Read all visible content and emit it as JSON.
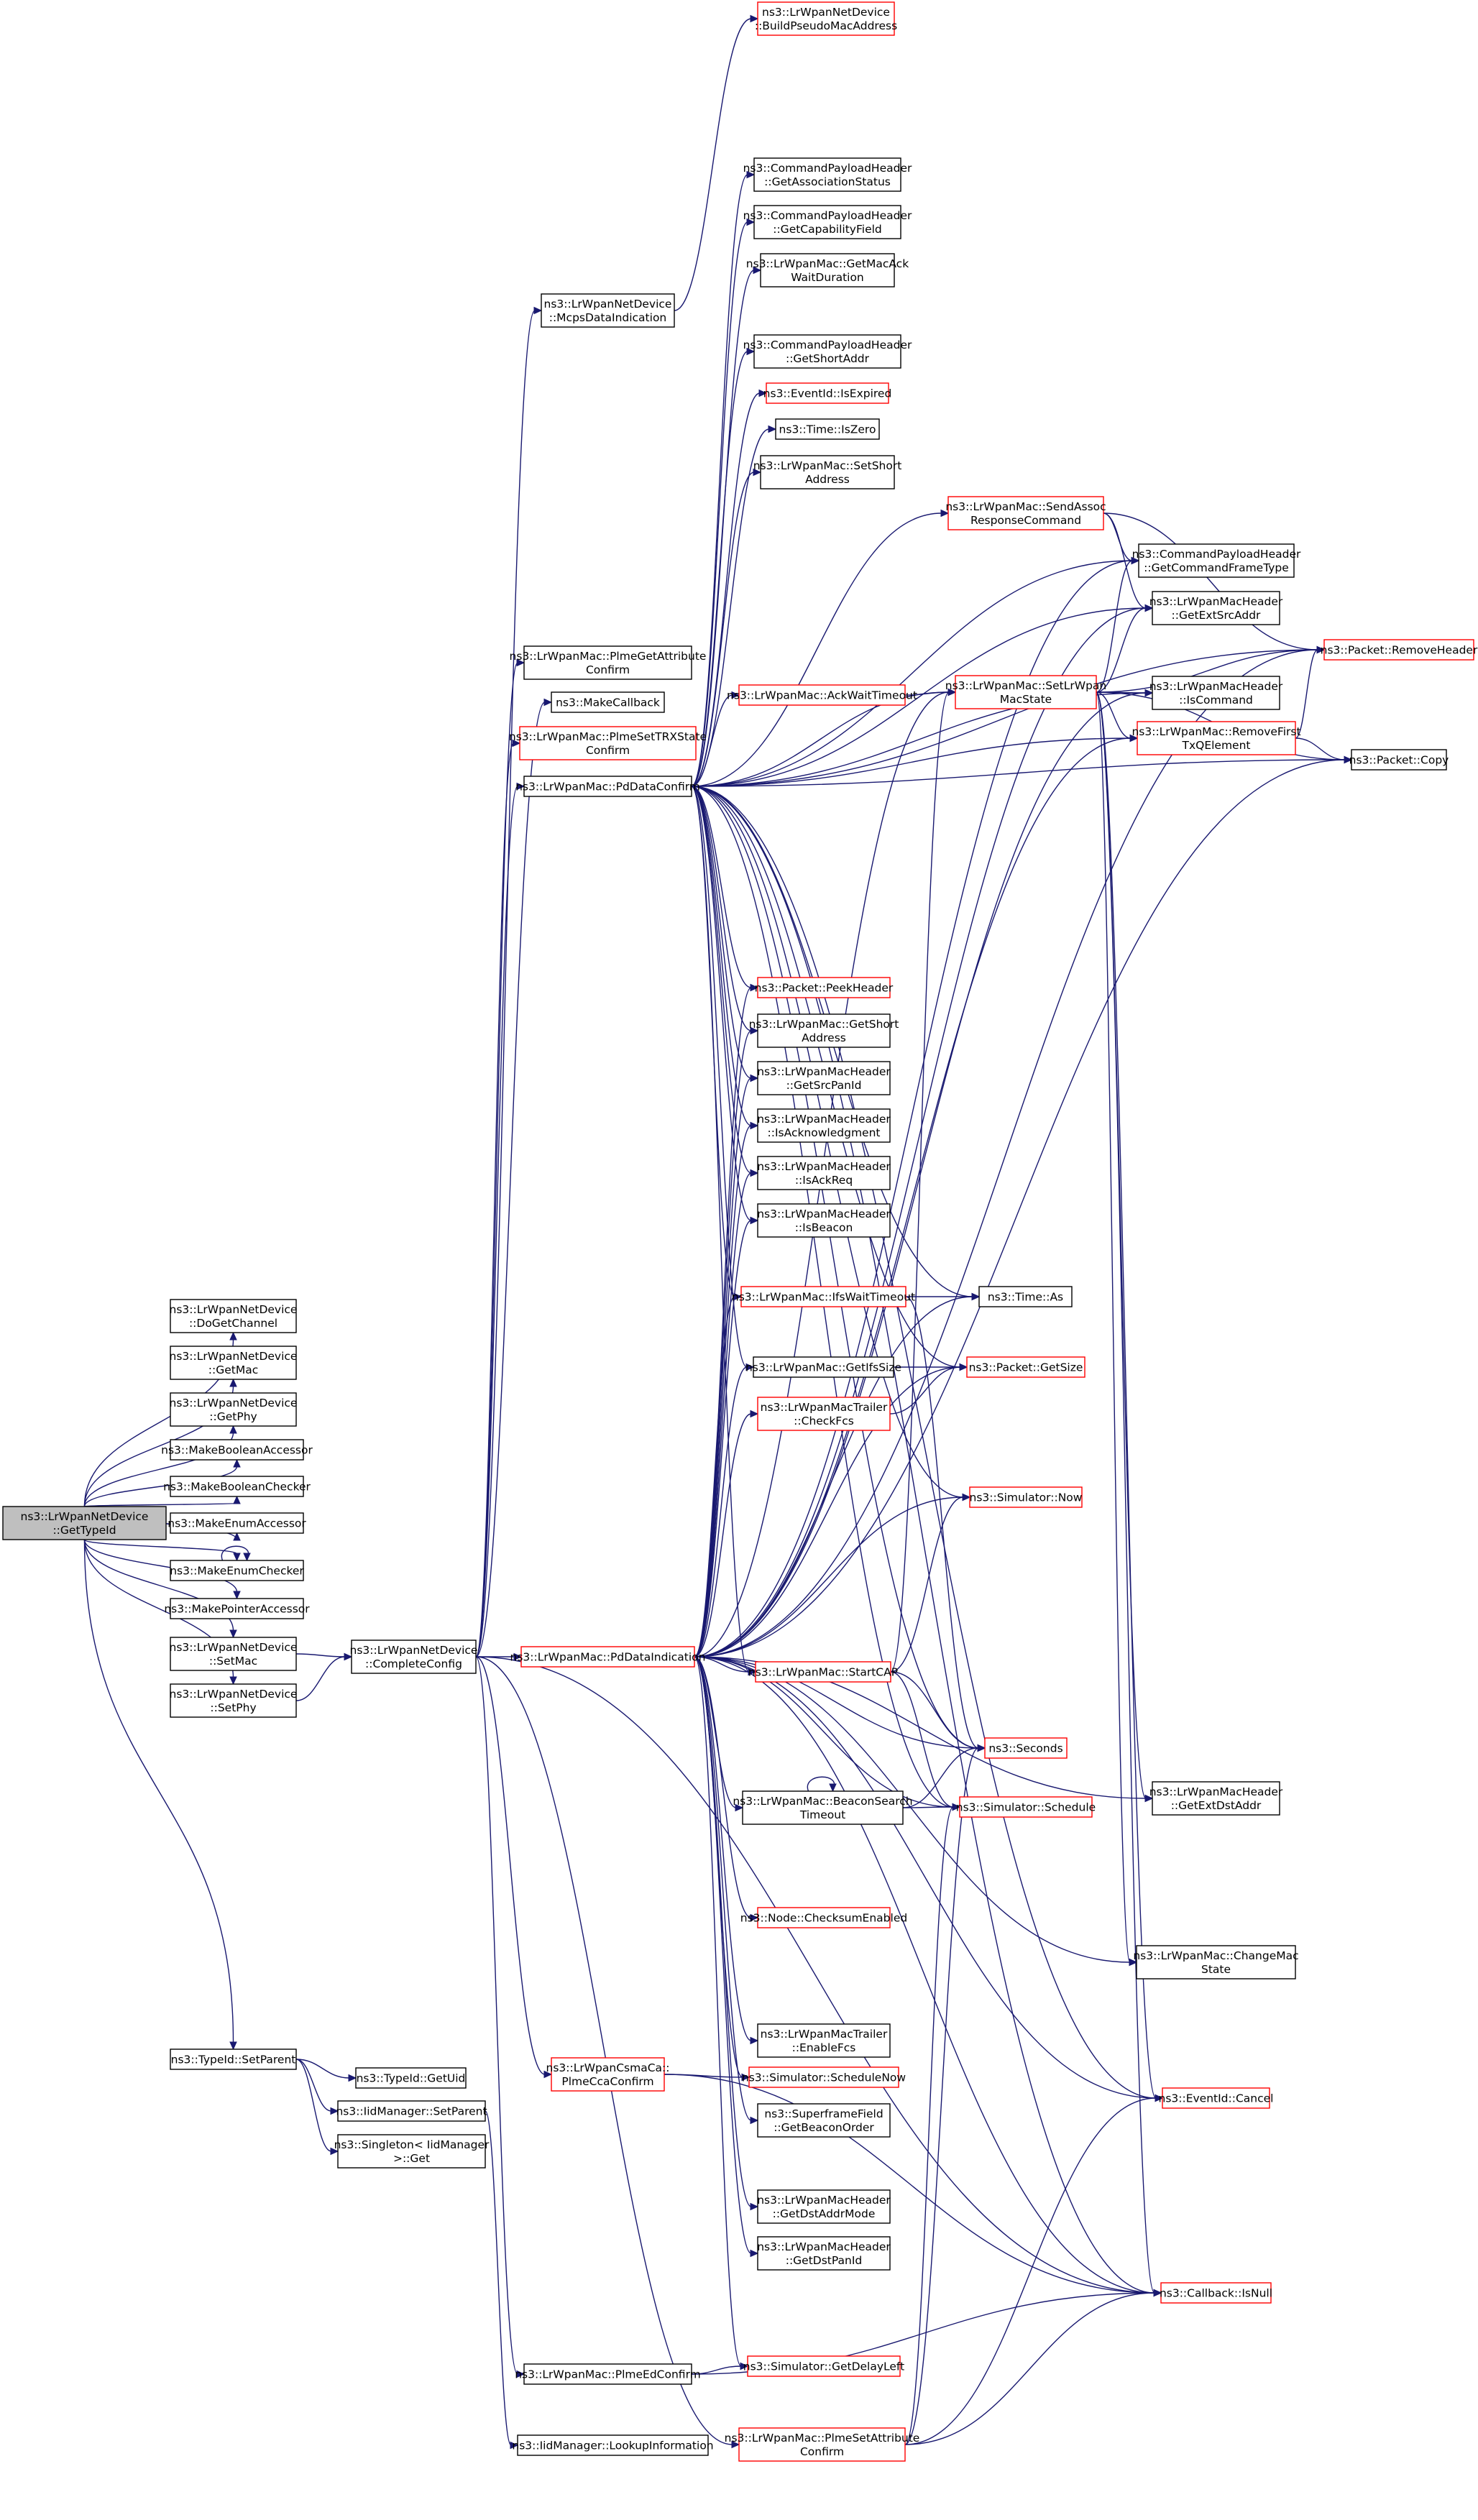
{
  "diagram": {
    "type": "call-graph",
    "colors": {
      "edge": "#191970",
      "node_border_complete": "#000000",
      "node_border_truncated": "#ff0000",
      "root_fill": "#bfbfbf",
      "node_fill": "#ffffff"
    },
    "nodes": [
      {
        "id": "root",
        "lines": [
          "ns3::LrWpanNetDevice",
          "::GetTypeId"
        ],
        "style": "root"
      },
      {
        "id": "dogetchannel",
        "lines": [
          "ns3::LrWpanNetDevice",
          "::DoGetChannel"
        ],
        "style": "black"
      },
      {
        "id": "getmac",
        "lines": [
          "ns3::LrWpanNetDevice",
          "::GetMac"
        ],
        "style": "black"
      },
      {
        "id": "getphy",
        "lines": [
          "ns3::LrWpanNetDevice",
          "::GetPhy"
        ],
        "style": "black"
      },
      {
        "id": "mkboolacc",
        "lines": [
          "ns3::MakeBooleanAccessor"
        ],
        "style": "black"
      },
      {
        "id": "mkboolchk",
        "lines": [
          "ns3::MakeBooleanChecker"
        ],
        "style": "black"
      },
      {
        "id": "mkenumacc",
        "lines": [
          "ns3::MakeEnumAccessor"
        ],
        "style": "black"
      },
      {
        "id": "mkenumchk",
        "lines": [
          "ns3::MakeEnumChecker"
        ],
        "style": "black"
      },
      {
        "id": "mkptracc",
        "lines": [
          "ns3::MakePointerAccessor"
        ],
        "style": "black"
      },
      {
        "id": "setmac",
        "lines": [
          "ns3::LrWpanNetDevice",
          "::SetMac"
        ],
        "style": "black"
      },
      {
        "id": "setphy",
        "lines": [
          "ns3::LrWpanNetDevice",
          "::SetPhy"
        ],
        "style": "black"
      },
      {
        "id": "tidsetparent",
        "lines": [
          "ns3::TypeId::SetParent"
        ],
        "style": "black"
      },
      {
        "id": "completeconfig",
        "lines": [
          "ns3::LrWpanNetDevice",
          "::CompleteConfig"
        ],
        "style": "black"
      },
      {
        "id": "getuid",
        "lines": [
          "ns3::TypeId::GetUid"
        ],
        "style": "black"
      },
      {
        "id": "iidsetparent",
        "lines": [
          "ns3::IidManager::SetParent"
        ],
        "style": "black"
      },
      {
        "id": "singleton",
        "lines": [
          "ns3::Singleton< IidManager",
          " >::Get"
        ],
        "style": "black"
      },
      {
        "id": "lookupinfo",
        "lines": [
          "ns3::IidManager::LookupInformation"
        ],
        "style": "black"
      },
      {
        "id": "mcpsdataind",
        "lines": [
          "ns3::LrWpanNetDevice",
          "::McpsDataIndication"
        ],
        "style": "black"
      },
      {
        "id": "buildpseudo",
        "lines": [
          "ns3::LrWpanNetDevice",
          "::BuildPseudoMacAddress"
        ],
        "style": "red"
      },
      {
        "id": "plmegetattr",
        "lines": [
          "ns3::LrWpanMac::PlmeGetAttribute",
          "Confirm"
        ],
        "style": "black"
      },
      {
        "id": "makecallback",
        "lines": [
          "ns3::MakeCallback"
        ],
        "style": "black"
      },
      {
        "id": "plmesettrx",
        "lines": [
          "ns3::LrWpanMac::PlmeSetTRXState",
          "Confirm"
        ],
        "style": "red"
      },
      {
        "id": "pddataconfirm",
        "lines": [
          "ns3::LrWpanMac::PdDataConfirm"
        ],
        "style": "black"
      },
      {
        "id": "pddataind",
        "lines": [
          "ns3::LrWpanMac::PdDataIndication"
        ],
        "style": "red"
      },
      {
        "id": "plmeccaconfirm",
        "lines": [
          "ns3::LrWpanCsmaCa::",
          "PlmeCcaConfirm"
        ],
        "style": "red"
      },
      {
        "id": "plmeedconfirm",
        "lines": [
          "ns3::LrWpanMac::PlmeEdConfirm"
        ],
        "style": "black"
      },
      {
        "id": "plmesetattr",
        "lines": [
          "ns3::LrWpanMac::PlmeSetAttribute",
          "Confirm"
        ],
        "style": "red"
      },
      {
        "id": "getassocstatus",
        "lines": [
          "ns3::CommandPayloadHeader",
          "::GetAssociationStatus"
        ],
        "style": "black"
      },
      {
        "id": "getcapfield",
        "lines": [
          "ns3::CommandPayloadHeader",
          "::GetCapabilityField"
        ],
        "style": "black"
      },
      {
        "id": "getmacackwait",
        "lines": [
          "ns3::LrWpanMac::GetMacAck",
          "WaitDuration"
        ],
        "style": "black"
      },
      {
        "id": "cphgetshortaddr",
        "lines": [
          "ns3::CommandPayloadHeader",
          "::GetShortAddr"
        ],
        "style": "black"
      },
      {
        "id": "isexpired",
        "lines": [
          "ns3::EventId::IsExpired"
        ],
        "style": "red"
      },
      {
        "id": "iszero",
        "lines": [
          "ns3::Time::IsZero"
        ],
        "style": "black"
      },
      {
        "id": "setshortaddr",
        "lines": [
          "ns3::LrWpanMac::SetShort",
          "Address"
        ],
        "style": "black"
      },
      {
        "id": "sendassoc",
        "lines": [
          "ns3::LrWpanMac::SendAssoc",
          "ResponseCommand"
        ],
        "style": "red"
      },
      {
        "id": "acktimeout",
        "lines": [
          "ns3::LrWpanMac::AckWaitTimeout"
        ],
        "style": "red"
      },
      {
        "id": "setlrwpanmacstate",
        "lines": [
          "ns3::LrWpanMac::SetLrWpan",
          "MacState"
        ],
        "style": "red"
      },
      {
        "id": "getcmdframetype",
        "lines": [
          "ns3::CommandPayloadHeader",
          "::GetCommandFrameType"
        ],
        "style": "black"
      },
      {
        "id": "getextsrcaddr",
        "lines": [
          "ns3::LrWpanMacHeader",
          "::GetExtSrcAddr"
        ],
        "style": "black"
      },
      {
        "id": "iscommand",
        "lines": [
          "ns3::LrWpanMacHeader",
          "::IsCommand"
        ],
        "style": "black"
      },
      {
        "id": "removefirst",
        "lines": [
          "ns3::LrWpanMac::RemoveFirst",
          "TxQElement"
        ],
        "style": "red"
      },
      {
        "id": "removeheader",
        "lines": [
          "ns3::Packet::RemoveHeader"
        ],
        "style": "red"
      },
      {
        "id": "packetcopy",
        "lines": [
          "ns3::Packet::Copy"
        ],
        "style": "black"
      },
      {
        "id": "peekheader",
        "lines": [
          "ns3::Packet::PeekHeader"
        ],
        "style": "red"
      },
      {
        "id": "macgetshort",
        "lines": [
          "ns3::LrWpanMac::GetShort",
          "Address"
        ],
        "style": "black"
      },
      {
        "id": "getsrcpanid",
        "lines": [
          "ns3::LrWpanMacHeader",
          "::GetSrcPanId"
        ],
        "style": "black"
      },
      {
        "id": "isack",
        "lines": [
          "ns3::LrWpanMacHeader",
          "::IsAcknowledgment"
        ],
        "style": "black"
      },
      {
        "id": "isackreq",
        "lines": [
          "ns3::LrWpanMacHeader",
          "::IsAckReq"
        ],
        "style": "black"
      },
      {
        "id": "isbeacon",
        "lines": [
          "ns3::LrWpanMacHeader",
          "::IsBeacon"
        ],
        "style": "black"
      },
      {
        "id": "ifswait",
        "lines": [
          "ns3::LrWpanMac::IfsWaitTimeout"
        ],
        "style": "red"
      },
      {
        "id": "timeas",
        "lines": [
          "ns3::Time::As"
        ],
        "style": "black"
      },
      {
        "id": "getifssize",
        "lines": [
          "ns3::LrWpanMac::GetIfsSize"
        ],
        "style": "black"
      },
      {
        "id": "packetgetsize",
        "lines": [
          "ns3::Packet::GetSize"
        ],
        "style": "red"
      },
      {
        "id": "checkfcs",
        "lines": [
          "ns3::LrWpanMacTrailer",
          "::CheckFcs"
        ],
        "style": "red"
      },
      {
        "id": "simnow",
        "lines": [
          "ns3::Simulator::Now"
        ],
        "style": "red"
      },
      {
        "id": "startcap",
        "lines": [
          "ns3::LrWpanMac::StartCAP"
        ],
        "style": "red"
      },
      {
        "id": "seconds",
        "lines": [
          "ns3::Seconds"
        ],
        "style": "red"
      },
      {
        "id": "beaconsearch",
        "lines": [
          "ns3::LrWpanMac::BeaconSearch",
          "Timeout"
        ],
        "style": "black"
      },
      {
        "id": "simschedule",
        "lines": [
          "ns3::Simulator::Schedule"
        ],
        "style": "red"
      },
      {
        "id": "getextdstaddr",
        "lines": [
          "ns3::LrWpanMacHeader",
          "::GetExtDstAddr"
        ],
        "style": "black"
      },
      {
        "id": "checksum",
        "lines": [
          "ns3::Node::ChecksumEnabled"
        ],
        "style": "red"
      },
      {
        "id": "changemacstate",
        "lines": [
          "ns3::LrWpanMac::ChangeMac",
          "State"
        ],
        "style": "black"
      },
      {
        "id": "enablefcs",
        "lines": [
          "ns3::LrWpanMacTrailer",
          "::EnableFcs"
        ],
        "style": "black"
      },
      {
        "id": "schedulenow",
        "lines": [
          "ns3::Simulator::ScheduleNow"
        ],
        "style": "red"
      },
      {
        "id": "eventcancel",
        "lines": [
          "ns3::EventId::Cancel"
        ],
        "style": "red"
      },
      {
        "id": "getbeaconorder",
        "lines": [
          "ns3::SuperframeField",
          "::GetBeaconOrder"
        ],
        "style": "black"
      },
      {
        "id": "getdstaddrmode",
        "lines": [
          "ns3::LrWpanMacHeader",
          "::GetDstAddrMode"
        ],
        "style": "black"
      },
      {
        "id": "getdstpanid",
        "lines": [
          "ns3::LrWpanMacHeader",
          "::GetDstPanId"
        ],
        "style": "black"
      },
      {
        "id": "callbackisnull",
        "lines": [
          "ns3::Callback::IsNull"
        ],
        "style": "red"
      },
      {
        "id": "getdelayleft",
        "lines": [
          "ns3::Simulator::GetDelayLeft"
        ],
        "style": "red"
      }
    ],
    "edges": [
      [
        "root",
        "dogetchannel"
      ],
      [
        "root",
        "getmac"
      ],
      [
        "root",
        "getphy"
      ],
      [
        "root",
        "mkboolacc"
      ],
      [
        "root",
        "mkboolchk"
      ],
      [
        "root",
        "mkenumacc"
      ],
      [
        "root",
        "mkenumchk"
      ],
      [
        "root",
        "mkptracc"
      ],
      [
        "root",
        "setmac"
      ],
      [
        "root",
        "setphy"
      ],
      [
        "root",
        "tidsetparent"
      ],
      [
        "mkenumchk",
        "mkenumchk"
      ],
      [
        "setmac",
        "completeconfig"
      ],
      [
        "setphy",
        "completeconfig"
      ],
      [
        "tidsetparent",
        "getuid"
      ],
      [
        "tidsetparent",
        "iidsetparent"
      ],
      [
        "tidsetparent",
        "singleton"
      ],
      [
        "iidsetparent",
        "lookupinfo"
      ],
      [
        "completeconfig",
        "mcpsdataind"
      ],
      [
        "completeconfig",
        "plmegetattr"
      ],
      [
        "completeconfig",
        "makecallback"
      ],
      [
        "completeconfig",
        "plmesettrx"
      ],
      [
        "completeconfig",
        "pddataconfirm"
      ],
      [
        "completeconfig",
        "pddataind"
      ],
      [
        "completeconfig",
        "plmeccaconfirm"
      ],
      [
        "completeconfig",
        "plmeedconfirm"
      ],
      [
        "completeconfig",
        "plmesetattr"
      ],
      [
        "completeconfig",
        "callbackisnull"
      ],
      [
        "mcpsdataind",
        "buildpseudo"
      ],
      [
        "pddataconfirm",
        "getassocstatus"
      ],
      [
        "pddataconfirm",
        "getcapfield"
      ],
      [
        "pddataconfirm",
        "getmacackwait"
      ],
      [
        "pddataconfirm",
        "cphgetshortaddr"
      ],
      [
        "pddataconfirm",
        "isexpired"
      ],
      [
        "pddataconfirm",
        "iszero"
      ],
      [
        "pddataconfirm",
        "setshortaddr"
      ],
      [
        "pddataconfirm",
        "sendassoc"
      ],
      [
        "pddataconfirm",
        "acktimeout"
      ],
      [
        "pddataconfirm",
        "setlrwpanmacstate"
      ],
      [
        "pddataconfirm",
        "getcmdframetype"
      ],
      [
        "pddataconfirm",
        "getextsrcaddr"
      ],
      [
        "pddataconfirm",
        "iscommand"
      ],
      [
        "pddataconfirm",
        "removefirst"
      ],
      [
        "pddataconfirm",
        "removeheader"
      ],
      [
        "pddataconfirm",
        "packetcopy"
      ],
      [
        "pddataconfirm",
        "peekheader"
      ],
      [
        "pddataconfirm",
        "macgetshort"
      ],
      [
        "pddataconfirm",
        "getsrcpanid"
      ],
      [
        "pddataconfirm",
        "isack"
      ],
      [
        "pddataconfirm",
        "isackreq"
      ],
      [
        "pddataconfirm",
        "isbeacon"
      ],
      [
        "pddataconfirm",
        "ifswait"
      ],
      [
        "pddataconfirm",
        "timeas"
      ],
      [
        "pddataconfirm",
        "getifssize"
      ],
      [
        "pddataconfirm",
        "packetgetsize"
      ],
      [
        "pddataconfirm",
        "simnow"
      ],
      [
        "pddataconfirm",
        "startcap"
      ],
      [
        "pddataconfirm",
        "seconds"
      ],
      [
        "pddataconfirm",
        "simschedule"
      ],
      [
        "pddataconfirm",
        "eventcancel"
      ],
      [
        "pddataconfirm",
        "callbackisnull"
      ],
      [
        "sendassoc",
        "getcmdframetype"
      ],
      [
        "sendassoc",
        "removeheader"
      ],
      [
        "sendassoc",
        "getextsrcaddr"
      ],
      [
        "acktimeout",
        "setlrwpanmacstate"
      ],
      [
        "setlrwpanmacstate",
        "getcmdframetype"
      ],
      [
        "setlrwpanmacstate",
        "getextsrcaddr"
      ],
      [
        "setlrwpanmacstate",
        "iscommand"
      ],
      [
        "setlrwpanmacstate",
        "removefirst"
      ],
      [
        "setlrwpanmacstate",
        "removeheader"
      ],
      [
        "setlrwpanmacstate",
        "packetcopy"
      ],
      [
        "setlrwpanmacstate",
        "getextdstaddr"
      ],
      [
        "setlrwpanmacstate",
        "changemacstate"
      ],
      [
        "setlrwpanmacstate",
        "eventcancel"
      ],
      [
        "setlrwpanmacstate",
        "callbackisnull"
      ],
      [
        "removefirst",
        "removeheader"
      ],
      [
        "removefirst",
        "packetcopy"
      ],
      [
        "pddataind",
        "peekheader"
      ],
      [
        "pddataind",
        "macgetshort"
      ],
      [
        "pddataind",
        "getsrcpanid"
      ],
      [
        "pddataind",
        "isack"
      ],
      [
        "pddataind",
        "isackreq"
      ],
      [
        "pddataind",
        "isbeacon"
      ],
      [
        "pddataind",
        "ifswait"
      ],
      [
        "pddataind",
        "timeas"
      ],
      [
        "pddataind",
        "getifssize"
      ],
      [
        "pddataind",
        "packetgetsize"
      ],
      [
        "pddataind",
        "checkfcs"
      ],
      [
        "pddataind",
        "simnow"
      ],
      [
        "pddataind",
        "startcap"
      ],
      [
        "pddataind",
        "seconds"
      ],
      [
        "pddataind",
        "beaconsearch"
      ],
      [
        "pddataind",
        "simschedule"
      ],
      [
        "pddataind",
        "getextdstaddr"
      ],
      [
        "pddataind",
        "checksum"
      ],
      [
        "pddataind",
        "changemacstate"
      ],
      [
        "pddataind",
        "enablefcs"
      ],
      [
        "pddataind",
        "schedulenow"
      ],
      [
        "pddataind",
        "eventcancel"
      ],
      [
        "pddataind",
        "getbeaconorder"
      ],
      [
        "pddataind",
        "getdstaddrmode"
      ],
      [
        "pddataind",
        "getdstpanid"
      ],
      [
        "pddataind",
        "callbackisnull"
      ],
      [
        "pddataind",
        "getdelayleft"
      ],
      [
        "pddataind",
        "setlrwpanmacstate"
      ],
      [
        "pddataind",
        "getextsrcaddr"
      ],
      [
        "pddataind",
        "iscommand"
      ],
      [
        "pddataind",
        "removefirst"
      ],
      [
        "pddataind",
        "packetcopy"
      ],
      [
        "pddataind",
        "getcmdframetype"
      ],
      [
        "pddataind",
        "removeheader"
      ],
      [
        "ifswait",
        "timeas"
      ],
      [
        "ifswait",
        "seconds"
      ],
      [
        "getifssize",
        "packetgetsize"
      ],
      [
        "checkfcs",
        "packetgetsize"
      ],
      [
        "startcap",
        "simnow"
      ],
      [
        "startcap",
        "seconds"
      ],
      [
        "startcap",
        "simschedule"
      ],
      [
        "startcap",
        "setlrwpanmacstate"
      ],
      [
        "beaconsearch",
        "beaconsearch"
      ],
      [
        "beaconsearch",
        "seconds"
      ],
      [
        "beaconsearch",
        "simschedule"
      ],
      [
        "plmeccaconfirm",
        "schedulenow"
      ],
      [
        "plmeccaconfirm",
        "callbackisnull"
      ],
      [
        "plmeedconfirm",
        "getdelayleft"
      ],
      [
        "plmeedconfirm",
        "callbackisnull"
      ],
      [
        "plmesetattr",
        "simschedule"
      ],
      [
        "plmesetattr",
        "eventcancel"
      ],
      [
        "plmesetattr",
        "callbackisnull"
      ],
      [
        "plmesetattr",
        "seconds"
      ]
    ]
  }
}
